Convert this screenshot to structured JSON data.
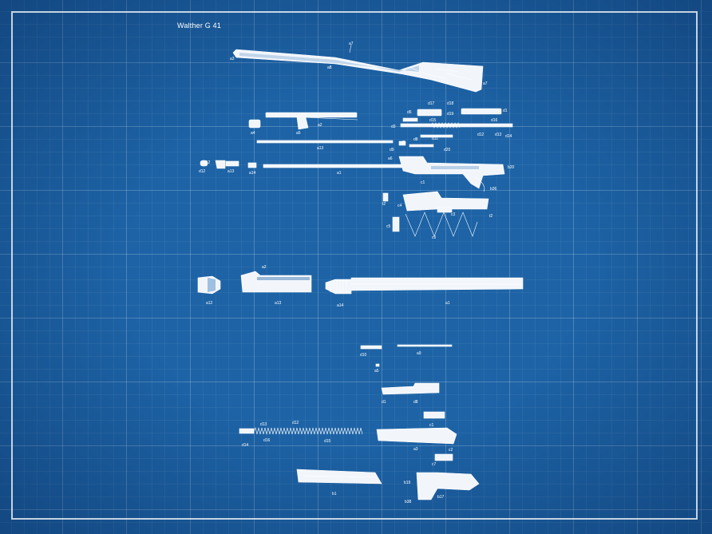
{
  "title": "Walther G 41",
  "labels": {
    "stock_top": "a7",
    "stock_mid": "a8",
    "stock_left": "a3",
    "stock_butt": "a7",
    "r2_a4": "a4",
    "r2_a5": "a5",
    "r2_a2": "a2",
    "r2_a13": "a13",
    "r2_d17": "d17",
    "r2_d18": "d18",
    "r2_d6": "d6",
    "r2_d19": "d19",
    "r2_d1": "d1",
    "r2_d15": "d15",
    "r2_d16": "d16",
    "r2_d3": "d3",
    "r2_d12": "d12",
    "r2_d13": "d13",
    "r2_d14": "d14",
    "r2_d8": "d8",
    "r2_d11": "d11",
    "r2_d2": "d2",
    "r2_d9": "d9",
    "r2_d20": "d20",
    "r3_d12": "d12",
    "r3_a12": "a12",
    "r3_a13": "a13",
    "r3_a14": "a14",
    "r3_a1": "a1",
    "r3_a6": "a6",
    "r3_c1": "c1",
    "r3_b20": "b20",
    "r3_b36": "b36",
    "r3_c4": "c4",
    "r3_t2": "t2",
    "r3_c5": "c5",
    "r3_c3": "c3",
    "r3_c6": "c6",
    "r3_t2b": "t2",
    "mid_a2": "a2",
    "mid_a12": "a12",
    "mid_a13": "a13",
    "mid_a14": "a14",
    "mid_a1": "a1",
    "low_d10": "d10",
    "low_a9": "a9",
    "low_a5": "a5",
    "low_d1": "d1",
    "low_d8": "d8",
    "low_d13": "d13",
    "low_d12": "d12",
    "low_d16": "d16",
    "low_d14": "d14",
    "low_d15": "d15",
    "low_a3": "a3",
    "low_c1": "c1",
    "low_c2": "c2",
    "low_c7": "c7",
    "low_b1": "b1",
    "low_b19": "b19",
    "low_b17": "b17",
    "low_b38": "b38"
  }
}
